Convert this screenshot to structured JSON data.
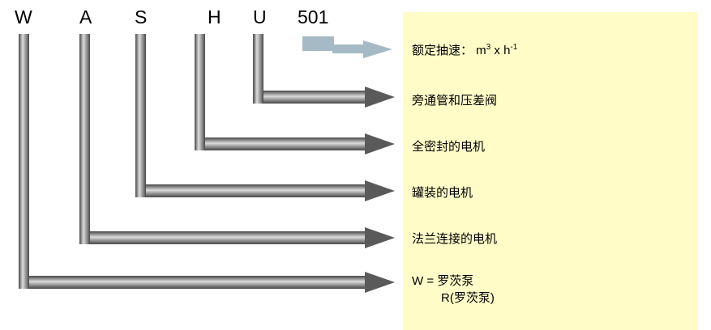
{
  "code": {
    "parts": [
      "W",
      "A",
      "S",
      "H",
      "U",
      "501"
    ]
  },
  "panel": {
    "labels": {
      "rated": {
        "pre": "额定抽速：  m",
        "sup1": "3",
        "mid": " x h",
        "sup2": "-1"
      },
      "bypass": "旁通管和压差阀",
      "sealed": "全密封的电机",
      "canned": "罐装的电机",
      "flange": "法兰连接的电机",
      "roots_line1": "W = 罗茨泵",
      "roots_line2": "R(罗茨泵)"
    }
  },
  "colors": {
    "panel_bg": "#FFFCC8",
    "arrow_metal_dark": "#474747",
    "arrow_metal_light": "#DCDCDC",
    "arrowhead_gray": "#5A5A5A",
    "arrow_blue_gray": "#A5BAC4",
    "text": "#000000"
  }
}
